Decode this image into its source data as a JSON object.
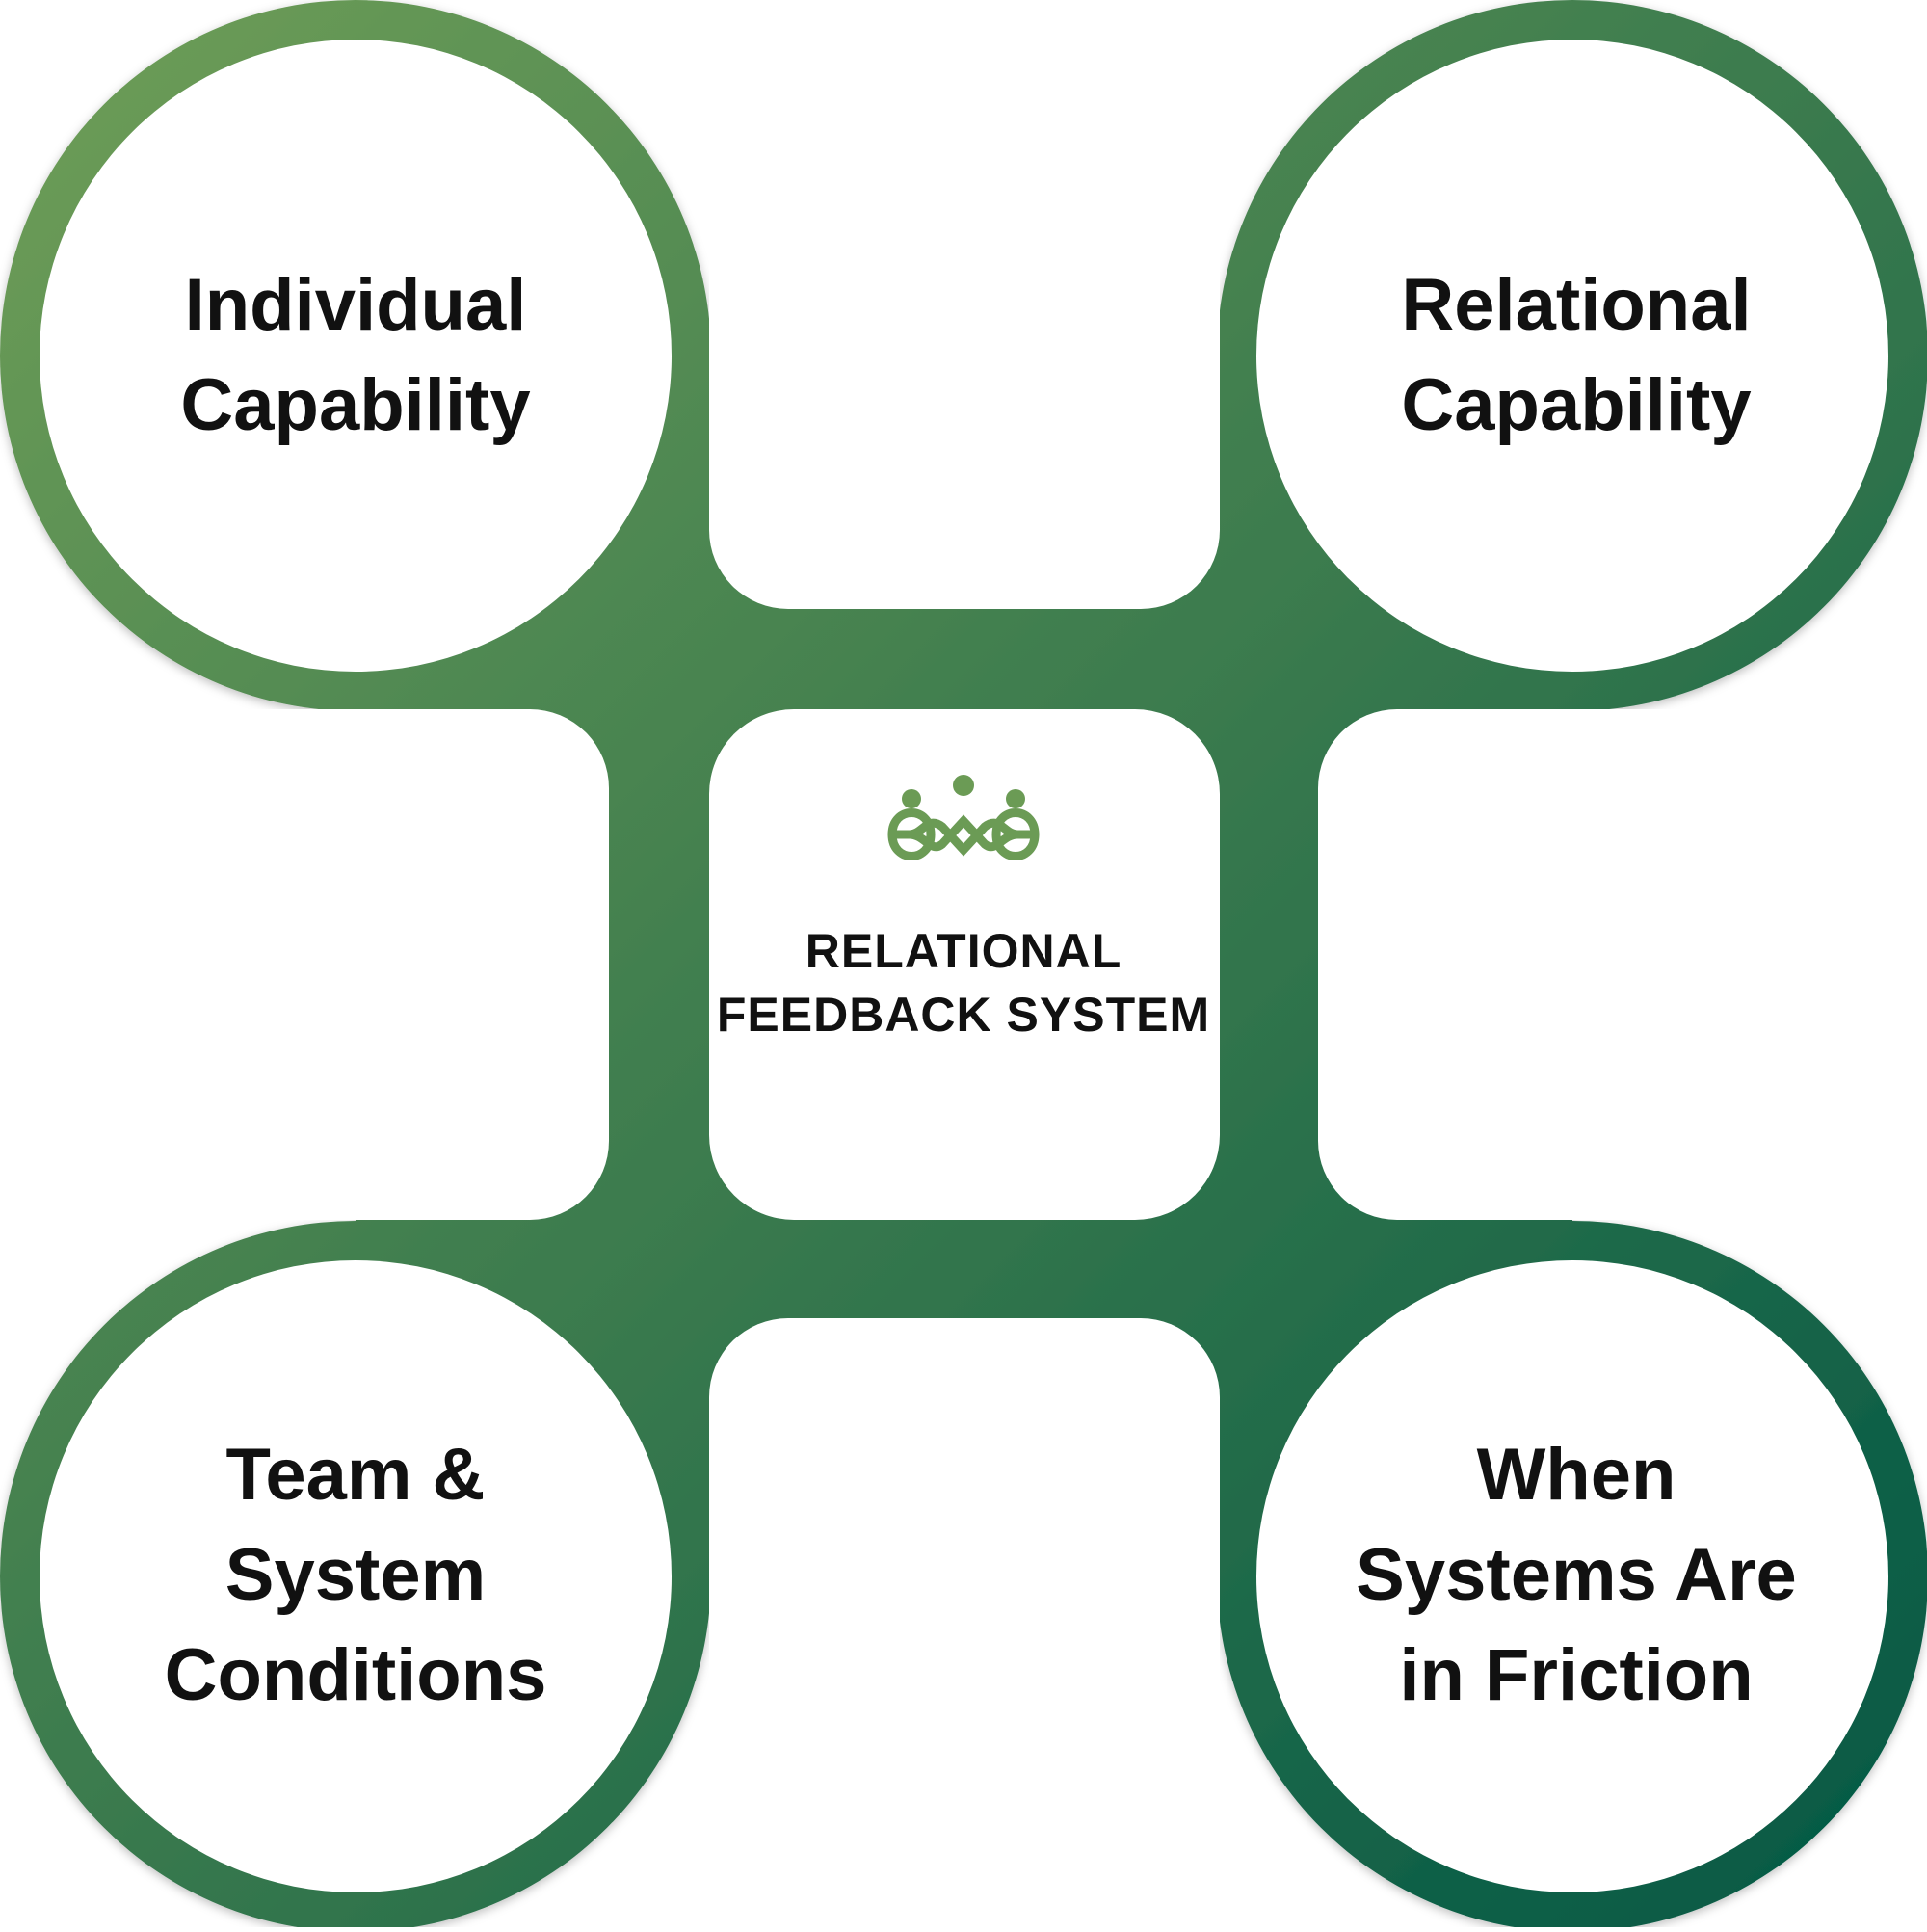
{
  "diagram": {
    "colors": {
      "gradient_start": "#6f9e57",
      "gradient_mid": "#3a7a4e",
      "gradient_end": "#005744",
      "background": "#ffffff",
      "text": "#111111",
      "logo": "#6b9b55"
    },
    "center": {
      "logo_icon": "people-infinity-logo-icon",
      "line1": "RELATIONAL",
      "line2": "FEEDBACK SYSTEM"
    },
    "nodes": {
      "top_left": {
        "line1": "Individual",
        "line2": "Capability"
      },
      "top_right": {
        "line1": "Relational",
        "line2": "Capability"
      },
      "bottom_left": {
        "line1": "Team &",
        "line2": "System",
        "line3": "Conditions"
      },
      "bottom_right": {
        "line1": "When",
        "line2": "Systems Are",
        "line3": "in Friction"
      }
    }
  }
}
